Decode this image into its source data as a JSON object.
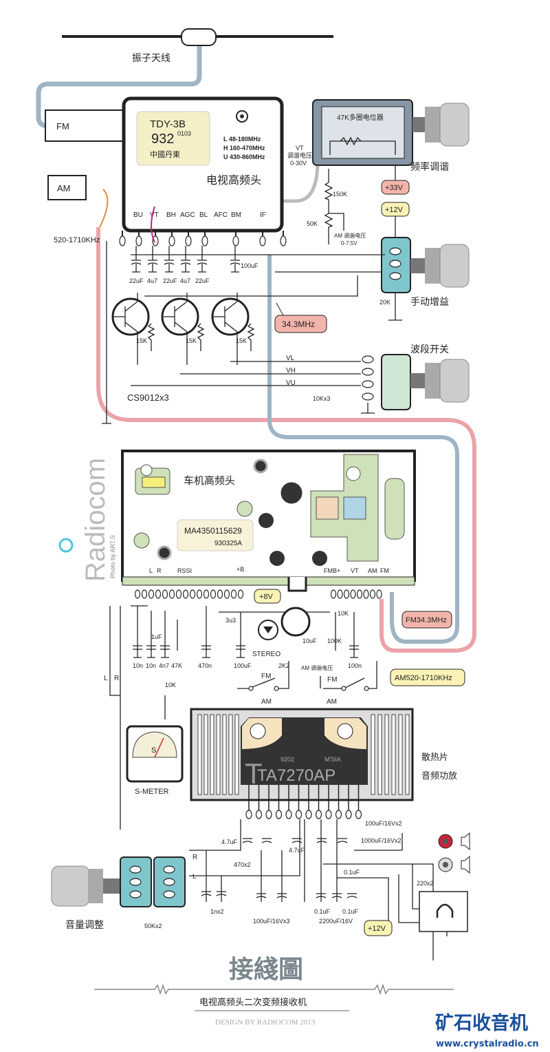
{
  "colors": {
    "fm_cable": "#9fb4c4",
    "am_cable": "#eba3a8",
    "badge_pink": "#f3b5ab",
    "badge_yellow": "#fbf3b5",
    "green_plate": "#cfe1b9",
    "title_gray": "#7a868c",
    "brand_blue": "#1a4f9c"
  },
  "antenna": {
    "label": "振子天线",
    "fm": "FM",
    "am": "AM",
    "am_range": "520-1710KHz"
  },
  "tv_tuner": {
    "model": "TDY-3B",
    "code": "932",
    "code_sup": "0103",
    "maker": "中國丹東",
    "bands": [
      "L  48-180MHz",
      "H 160-470MHz",
      "U 430-860MHz"
    ],
    "name": "电视高频头",
    "pins": [
      "BU",
      "VT",
      "BH",
      "AGC",
      "BL",
      "AFC",
      "BM",
      "IF"
    ]
  },
  "tuning": {
    "pot_label": "47K多圈电位器",
    "vt_label": "VT",
    "vt_desc": "调谐电压",
    "vt_range": "0-30V",
    "v33": "+33V",
    "v12": "+12V",
    "r150": "150K",
    "r50": "50K",
    "am_vt": "AM 调谐电压",
    "am_vt_range": "0-7.5V",
    "knob": "频率调谐"
  },
  "gain": {
    "knob": "手动增益",
    "pot": "20K"
  },
  "band": {
    "knob": "波段开关",
    "lines": [
      "VL",
      "VH",
      "VU"
    ],
    "res": "10Kx3"
  },
  "caps_top": [
    "22uF",
    "4u7",
    "22uF",
    "4u7",
    "22uF",
    "100uF"
  ],
  "transistors": {
    "label": "CS9012x3",
    "res": "15K"
  },
  "if_badge": "34.3MHz",
  "credit": {
    "brand": "Radiocom",
    "photo": "Photo by ART.S"
  },
  "car_tuner": {
    "name": "车机高频头",
    "part": "MA4350115629",
    "date": "930325A",
    "pins_left": [
      "L",
      "R",
      "RSSI",
      "+B"
    ],
    "pins_right": [
      "FMB+",
      "VT",
      "AM",
      "FM"
    ]
  },
  "car_parts": {
    "v8": "+8V",
    "c3u3": "3u3",
    "c1u": "1uF",
    "caps": [
      "10n",
      "10n",
      "4n7",
      "47K",
      "470n",
      "100uF"
    ],
    "stereo": "STEREO",
    "r2k2": "2K2",
    "am_vt": "AM 调谐电压",
    "c10u": "10uF",
    "r100k": "100K",
    "r10k": "10K",
    "c100n": "100n",
    "rssi_pot": "10K",
    "fm": "FM",
    "am": "AM",
    "lr": [
      "L",
      "R"
    ]
  },
  "badges": {
    "fm_if": "FM34.3MHz",
    "am_if": "AM520-1710KHz"
  },
  "meter": {
    "label": "S-METER",
    "glyph": "S"
  },
  "amp": {
    "chip": "TA7270AP",
    "code": "9202",
    "origin": "M'SIA",
    "heatsink": "散热片",
    "name": "音频功放"
  },
  "amp_parts": {
    "c47a": "4.7uF",
    "c47b": "4.7uF",
    "r470": "470x2",
    "c100x3": "100uF/16Vx3",
    "c100x2": "100uF/16Vx2",
    "c1000": "1000uF/16Vx2",
    "c01a": "0.1uF",
    "c01b": "0.1uF",
    "c01c": "0.1uF",
    "c2200": "2200uF/16V",
    "c1n": "1nx2",
    "r220": "220x2",
    "v12": "+12V",
    "R": "R",
    "L": "L"
  },
  "volume": {
    "knob": "音量调整",
    "pot": "50Kx2"
  },
  "footer": {
    "title": "接綫圖",
    "subtitle": "电视高频头二次变频接收机",
    "design": "DESIGN BY RADIOCOM 2013",
    "logo": "矿石收音机",
    "url": "www.crystalradio.cn"
  }
}
